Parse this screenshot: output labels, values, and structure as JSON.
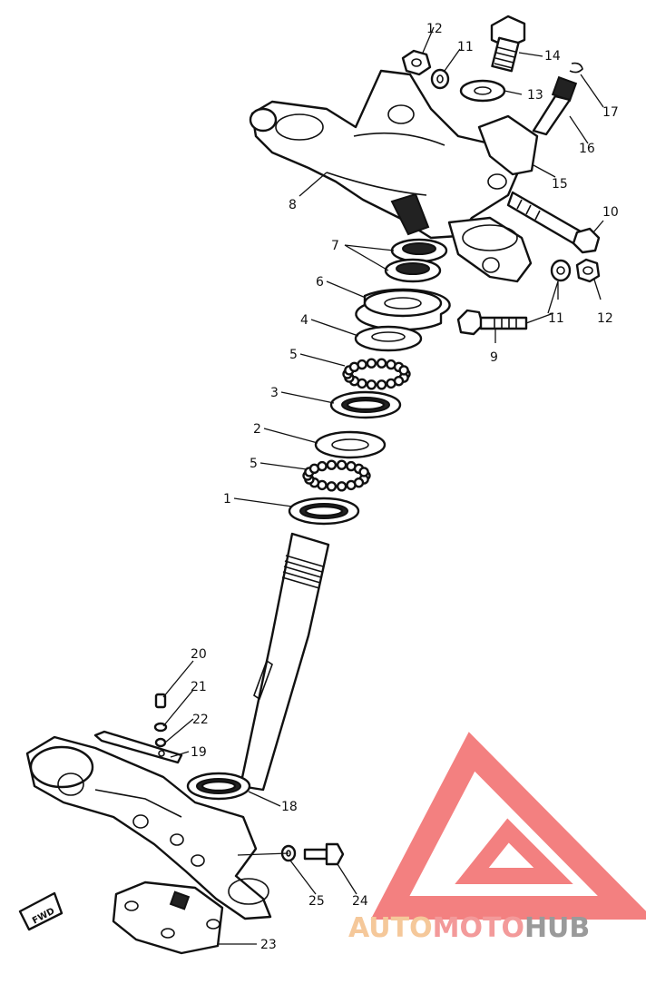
{
  "callouts": [
    {
      "id": "c1",
      "label": "1"
    },
    {
      "id": "c2",
      "label": "2"
    },
    {
      "id": "c3",
      "label": "3"
    },
    {
      "id": "c4",
      "label": "4"
    },
    {
      "id": "c5a",
      "label": "5"
    },
    {
      "id": "c5b",
      "label": "5"
    },
    {
      "id": "c6",
      "label": "6"
    },
    {
      "id": "c7",
      "label": "7"
    },
    {
      "id": "c8",
      "label": "8"
    },
    {
      "id": "c9",
      "label": "9"
    },
    {
      "id": "c10",
      "label": "10"
    },
    {
      "id": "c11a",
      "label": "11"
    },
    {
      "id": "c11b",
      "label": "11"
    },
    {
      "id": "c12a",
      "label": "12"
    },
    {
      "id": "c12b",
      "label": "12"
    },
    {
      "id": "c13",
      "label": "13"
    },
    {
      "id": "c14",
      "label": "14"
    },
    {
      "id": "c15",
      "label": "15"
    },
    {
      "id": "c16",
      "label": "16"
    },
    {
      "id": "c17",
      "label": "17"
    },
    {
      "id": "c18",
      "label": "18"
    },
    {
      "id": "c19",
      "label": "19"
    },
    {
      "id": "c20",
      "label": "20"
    },
    {
      "id": "c21",
      "label": "21"
    },
    {
      "id": "c22",
      "label": "22"
    },
    {
      "id": "c23",
      "label": "23"
    },
    {
      "id": "c24",
      "label": "24"
    },
    {
      "id": "c25",
      "label": "25"
    }
  ],
  "direction_marker": {
    "label": "FWD"
  },
  "watermark": {
    "part1": "AUTO",
    "part2": "MOTO",
    "part3": "HUB",
    "color_auto": "#f5c89a",
    "color_moto": "#f39a9a",
    "color_hub": "#9a9a9a",
    "color_triangle": "#f26b6b"
  }
}
